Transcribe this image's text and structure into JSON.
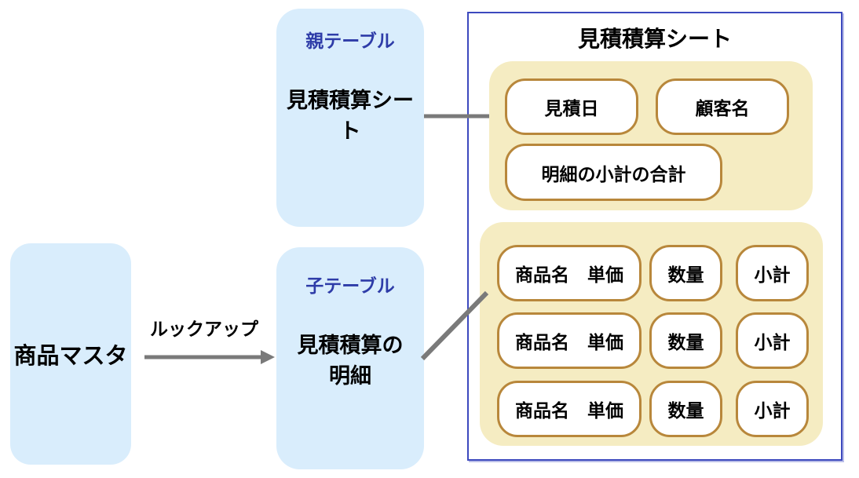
{
  "diagram": {
    "product_master": {
      "name": "商品マスタ"
    },
    "lookup": {
      "label": "ルックアップ"
    },
    "parent_table": {
      "label": "親テーブル",
      "name": "見積積算シー\nト"
    },
    "child_table": {
      "label": "子テーブル",
      "name": "見積積算の\n明細"
    },
    "sheet": {
      "title": "見積積算シート",
      "header_fields": {
        "estimate_date": "見積日",
        "customer_name": "顧客名",
        "detail_subtotal_total": "明細の小計の合計"
      },
      "detail_rows": [
        {
          "product_price": "商品名　単価",
          "quantity": "数量",
          "subtotal": "小計"
        },
        {
          "product_price": "商品名　単価",
          "quantity": "数量",
          "subtotal": "小計"
        },
        {
          "product_price": "商品名　単価",
          "quantity": "数量",
          "subtotal": "小計"
        }
      ]
    },
    "colors": {
      "table_box_fill": "#D9EDFC",
      "table_label_blue": "#2E3CA8",
      "sheet_border_navy": "#3C49BE",
      "panel_fill_cream": "#F5ECC2",
      "pill_border_tan": "#B8873B",
      "pill_fill": "#FFFFFF",
      "connector_gray": "#7A7A7A",
      "text_black": "#000000"
    }
  }
}
